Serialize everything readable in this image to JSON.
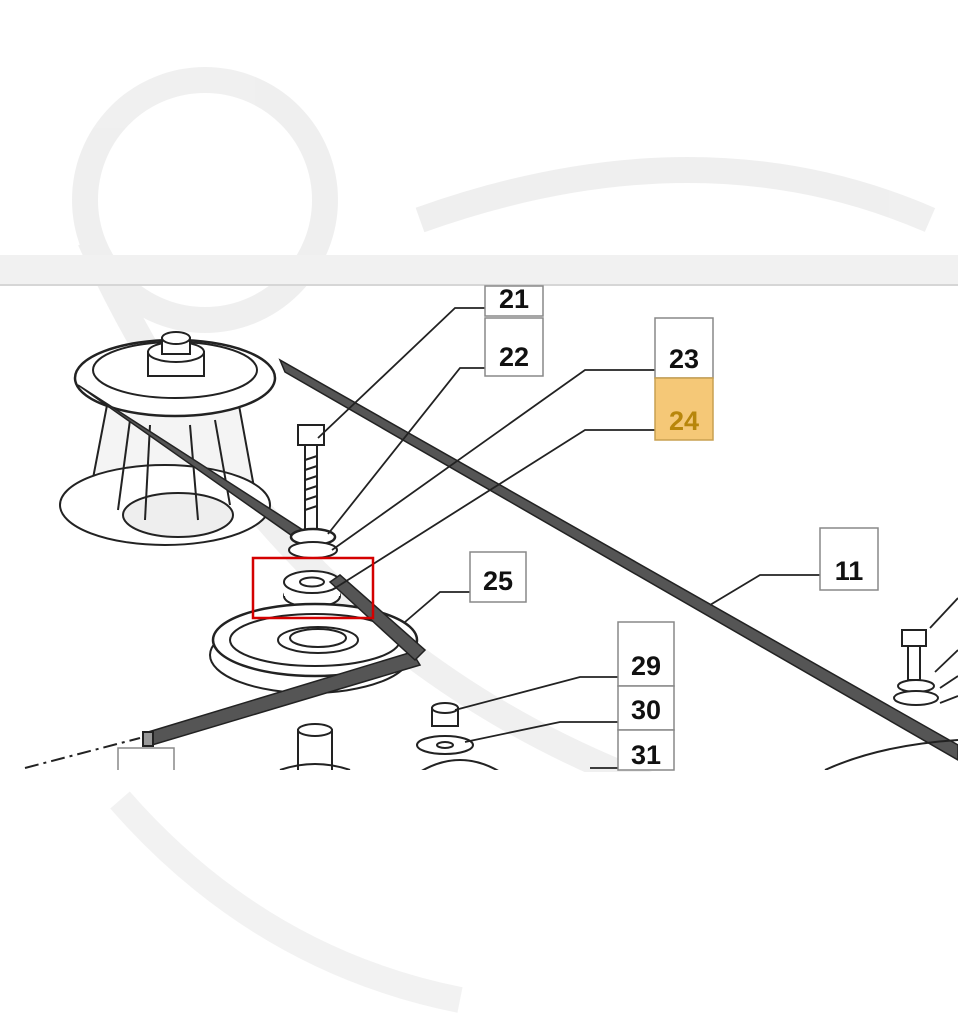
{
  "diagram": {
    "highlight_color": "#f5c877",
    "selection_color": "#d40000",
    "callouts": [
      {
        "id": "c21",
        "label": "21"
      },
      {
        "id": "c22",
        "label": "22"
      },
      {
        "id": "c23",
        "label": "23"
      },
      {
        "id": "c24",
        "label": "24",
        "highlighted": true
      },
      {
        "id": "c25",
        "label": "25"
      },
      {
        "id": "c11",
        "label": "11"
      },
      {
        "id": "c29",
        "label": "29"
      },
      {
        "id": "c30",
        "label": "30"
      },
      {
        "id": "c31",
        "label": "31"
      }
    ]
  }
}
